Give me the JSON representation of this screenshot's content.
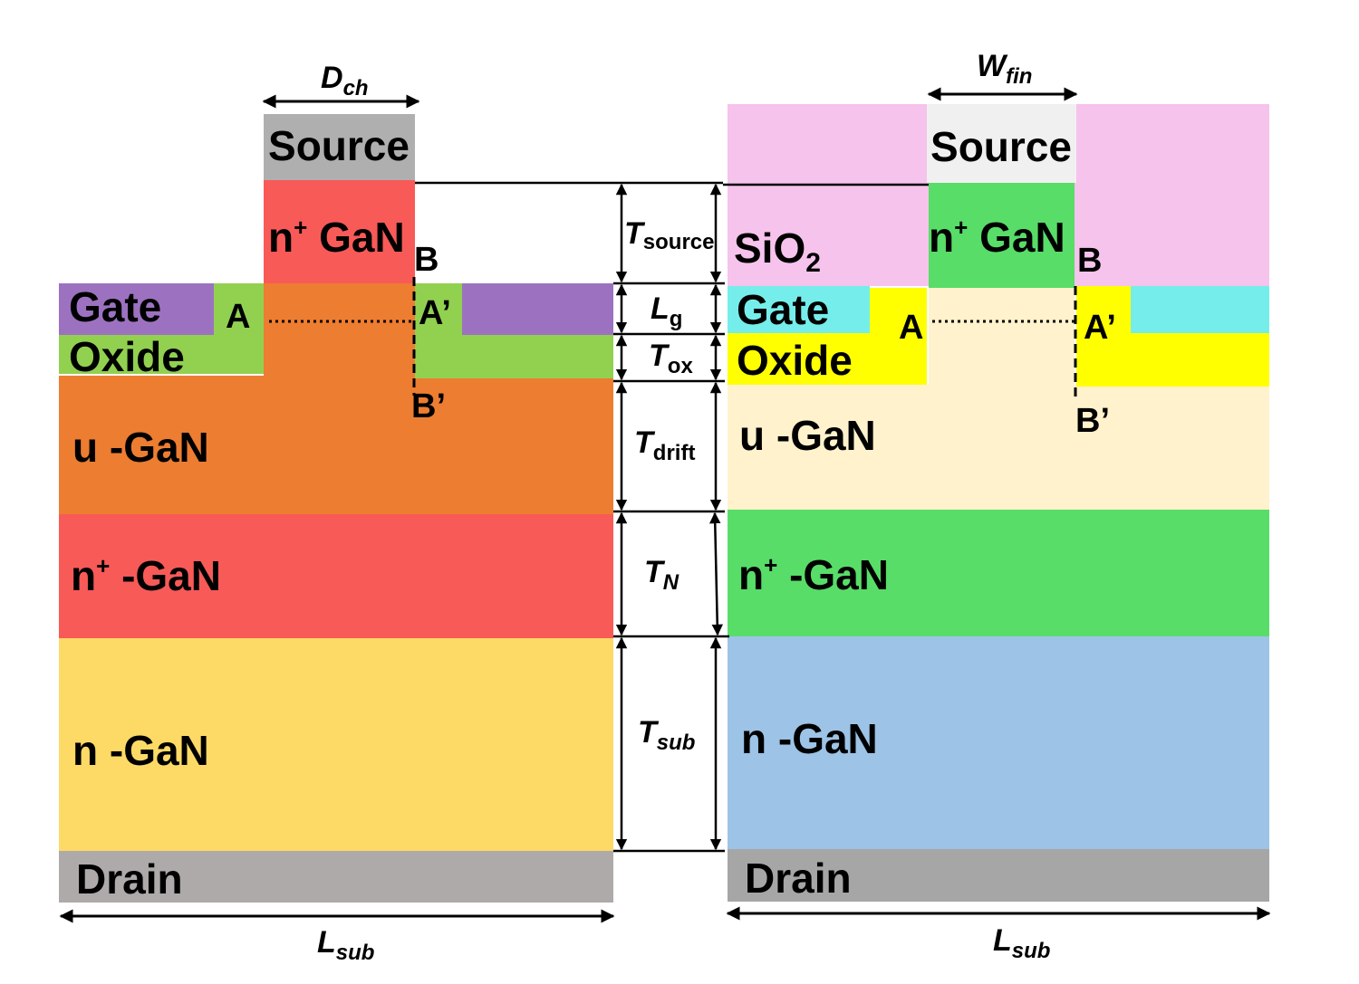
{
  "left": {
    "source": "Source",
    "ngan_top": "n",
    "ngan_sup": "+",
    "ngan_rest": " GaN",
    "gate": "Gate",
    "oxide": "Oxide",
    "ugan": "u -GaN",
    "nplus_n": "n",
    "nplus_sup": "+",
    "nplus_rest": " -GaN",
    "ngan": "n -GaN",
    "drain": "Drain",
    "point_a": "A",
    "point_a2": "A’",
    "point_b": "B",
    "point_b2": "B’",
    "width_main": "D",
    "width_sub": "ch",
    "sub_main": "L",
    "sub_sub": "sub"
  },
  "right": {
    "source": "Source",
    "ngan_top": "n",
    "ngan_sup": "+",
    "ngan_rest": " GaN",
    "sio2_main": "SiO",
    "sio2_sub": "2",
    "gate": "Gate",
    "oxide": "Oxide",
    "ugan": "u -GaN",
    "nplus_n": "n",
    "nplus_sup": "+",
    "nplus_rest": " -GaN",
    "ngan": "n -GaN",
    "drain": "Drain",
    "point_a": "A",
    "point_a2": "A’",
    "point_b": "B",
    "point_b2": "B’",
    "width_main": "W",
    "width_sub": "fin",
    "sub_main": "L",
    "sub_sub": "sub"
  },
  "dims": {
    "tsource_main": "T",
    "tsource_sub": "source",
    "lg_main": "L",
    "lg_sub": "g",
    "tox_main": "T",
    "tox_sub": "ox",
    "tdrift_main": "T",
    "tdrift_sub": "drift",
    "tn_main": "T",
    "tn_sub": "N",
    "tsub_main": "T",
    "tsub_sub": "sub"
  },
  "colors": {
    "source_gray": "#afafaf",
    "nplus_red": "#f85a58",
    "orange": "#ed7d31",
    "gate_purple": "#9c72c0",
    "oxide_green": "#92d050",
    "ngan_yellow": "#fdd966",
    "drain_gray": "#aeaaaa",
    "sio2_pink": "#f6c3ec",
    "source_light": "#f0f0f0",
    "fin_green": "#58dd68",
    "fin_cream": "#fff2cc",
    "gate_cyan": "#75eeeb",
    "oxide_yellow": "#ffff00",
    "ngan_blue": "#9dc3e6",
    "drain_gray_right": "#a6a6a6"
  }
}
